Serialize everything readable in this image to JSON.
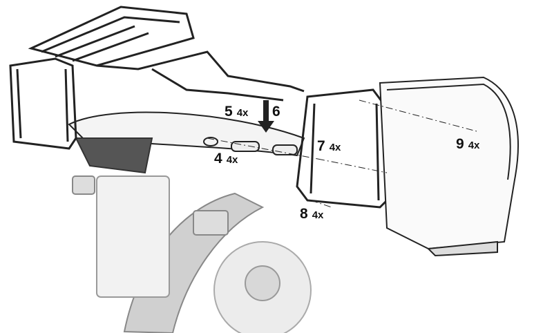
{
  "labels": [
    {
      "part": "5",
      "qty": "4x"
    },
    {
      "part": "6",
      "qty": ""
    },
    {
      "part": "4",
      "qty": "4x"
    },
    {
      "part": "7",
      "qty": "4x"
    },
    {
      "part": "9",
      "qty": "4x"
    },
    {
      "part": "8",
      "qty": "4x"
    }
  ],
  "colors": {
    "line": "#222222",
    "fill_light": "#e6e6e6",
    "fill_mid": "#c8c8c8",
    "fill_dark": "#555555"
  }
}
